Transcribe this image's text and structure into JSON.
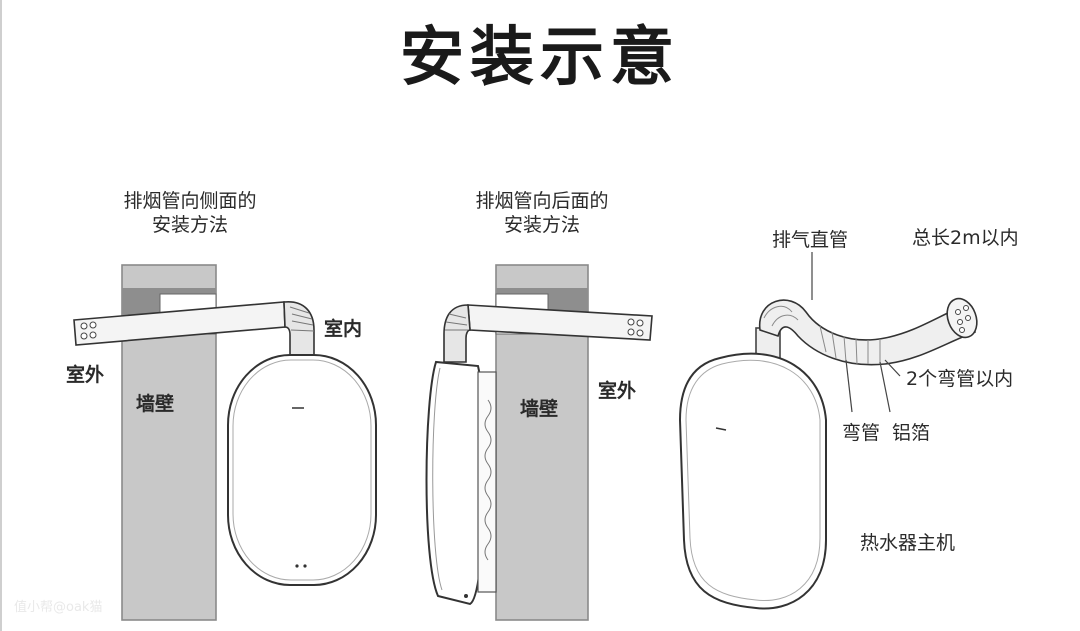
{
  "title": "安装示意",
  "panels": {
    "side": {
      "heading_line1": "排烟管向侧面的",
      "heading_line2": "安装方法",
      "outdoor_label": "室外",
      "indoor_label": "室内",
      "wall_label": "墙壁"
    },
    "back": {
      "heading_line1": "排烟管向后面的",
      "heading_line2": "安装方法",
      "wall_label": "墙壁",
      "outdoor_label": "室外"
    },
    "detail": {
      "exhaust_pipe_label": "排气直管",
      "total_length_label": "总长2m以内",
      "elbow_limit_label": "2个弯管以内",
      "elbow_label": "弯管",
      "foil_label": "铝箔",
      "heater_label": "热水器主机"
    }
  },
  "watermark": "值小帮@oak猫"
}
